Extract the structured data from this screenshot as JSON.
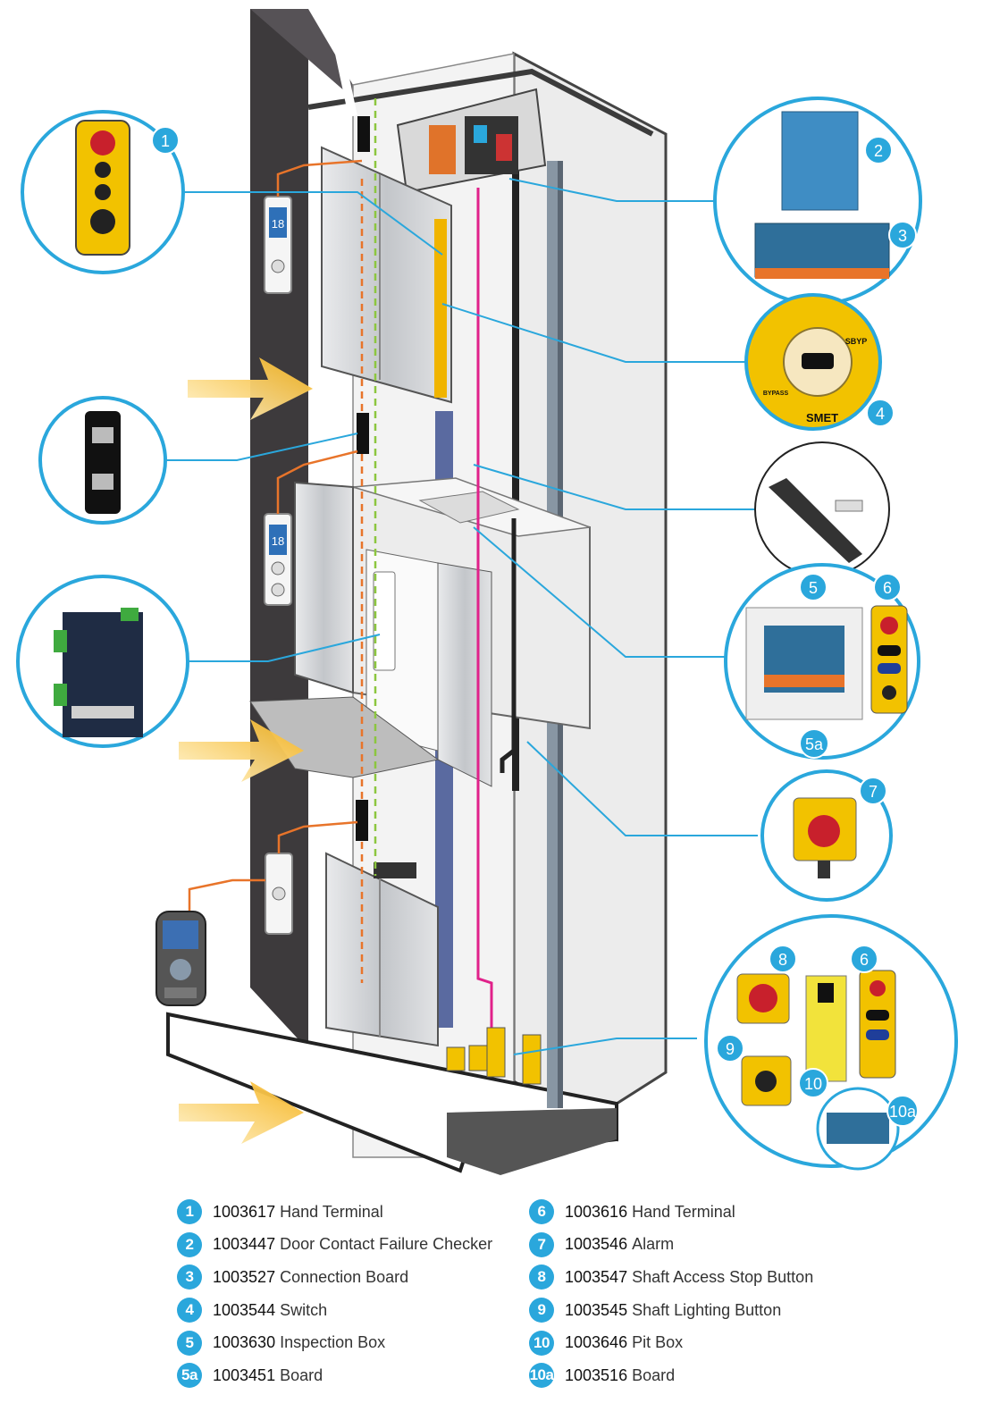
{
  "colors": {
    "callout_blue": "#2aa7dc",
    "shaft_dark": "#3d3a3c",
    "door_grey": "#cfd1d4",
    "orange_wire": "#e8742a",
    "green_wire": "#8cc63f",
    "magenta_wire": "#e0218a",
    "arrow_yellow": "#f5b21a"
  },
  "callouts": [
    {
      "id": "1",
      "label": "1",
      "icon": "yellow-pendant-control-icon"
    },
    {
      "id": "2",
      "label": "2",
      "icon": "blue-circuit-board-icon"
    },
    {
      "id": "3",
      "label": "3",
      "icon": "connection-board-icon"
    },
    {
      "id": "4",
      "label": "4",
      "icon": "rotary-switch-icon"
    },
    {
      "id": "5",
      "label": "5",
      "icon": "inspection-box-icon"
    },
    {
      "id": "5a",
      "label": "5a",
      "icon": "board-icon"
    },
    {
      "id": "6",
      "label": "6",
      "icon": "hand-terminal-icon"
    },
    {
      "id": "7",
      "label": "7",
      "icon": "alarm-button-icon"
    },
    {
      "id": "8",
      "label": "8",
      "icon": "stop-button-icon"
    },
    {
      "id": "9",
      "label": "9",
      "icon": "lighting-button-icon"
    },
    {
      "id": "10",
      "label": "10",
      "icon": "pit-box-icon"
    },
    {
      "id": "10a",
      "label": "10a",
      "icon": "board-icon"
    }
  ],
  "floor_displays": [
    {
      "floor": "18"
    },
    {
      "floor": "18"
    }
  ],
  "switch_panel": {
    "brand": "SMET",
    "mode_label": "SBYP",
    "bypass_label": "BYPASS"
  },
  "legend": {
    "left": [
      {
        "num": "1",
        "code": "1003617",
        "desc": "Hand Terminal"
      },
      {
        "num": "2",
        "code": "1003447",
        "desc": "Door Contact Failure Checker"
      },
      {
        "num": "3",
        "code": "1003527",
        "desc": "Connection Board"
      },
      {
        "num": "4",
        "code": "1003544",
        "desc": "Switch"
      },
      {
        "num": "5",
        "code": "1003630",
        "desc": "Inspection Box"
      },
      {
        "num": "5a",
        "code": "1003451",
        "desc": "Board"
      }
    ],
    "right": [
      {
        "num": "6",
        "code": "1003616",
        "desc": "Hand Terminal"
      },
      {
        "num": "7",
        "code": "1003546",
        "desc": "Alarm"
      },
      {
        "num": "8",
        "code": "1003547",
        "desc": "Shaft Access Stop Button"
      },
      {
        "num": "9",
        "code": "1003545",
        "desc": "Shaft Lighting Button"
      },
      {
        "num": "10",
        "code": "1003646",
        "desc": "Pit Box"
      },
      {
        "num": "10a",
        "code": "1003516",
        "desc": "Board"
      }
    ]
  }
}
